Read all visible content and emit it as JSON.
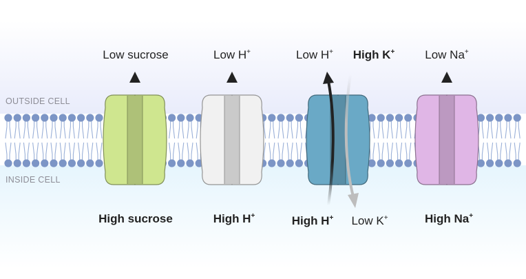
{
  "regions": {
    "outside": "OUTSIDE CELL",
    "inside": "INSIDE CELL"
  },
  "transporters": [
    {
      "name": "sucrose-transporter",
      "color": "#cfe68f",
      "labels": [
        {
          "text": "Low sucrose",
          "sup": "",
          "bold": false,
          "side": "top"
        },
        {
          "text": "High sucrose",
          "sup": "",
          "bold": true,
          "side": "bottom"
        }
      ]
    },
    {
      "name": "proton-channel",
      "color": "#f1f1f1",
      "labels": [
        {
          "text": "Low H",
          "sup": "+",
          "bold": false,
          "side": "top"
        },
        {
          "text": "High H",
          "sup": "+",
          "bold": true,
          "side": "bottom"
        }
      ]
    },
    {
      "name": "h-k-antiporter",
      "color": "#6aa9c6",
      "labels": [
        {
          "text": "Low H",
          "sup": "+",
          "bold": false,
          "side": "top"
        },
        {
          "text": "High K",
          "sup": "+",
          "bold": true,
          "side": "top"
        },
        {
          "text": "High H",
          "sup": "+",
          "bold": true,
          "side": "bottom"
        },
        {
          "text": "Low K",
          "sup": "+",
          "bold": false,
          "side": "bottom"
        }
      ]
    },
    {
      "name": "sodium-channel",
      "color": "#e0b6e6",
      "labels": [
        {
          "text": "Low Na",
          "sup": "+",
          "bold": false,
          "side": "top"
        },
        {
          "text": "High Na",
          "sup": "+",
          "bold": true,
          "side": "bottom"
        }
      ]
    }
  ],
  "colors": {
    "lipid_head": "#7c95c6",
    "lipid_tail": "#9ab0d8",
    "arrow_dark": "#222222",
    "arrow_light": "#bdbdbd",
    "outside_band": "#e9ecfb",
    "inside_band": "#e6f5fd"
  }
}
